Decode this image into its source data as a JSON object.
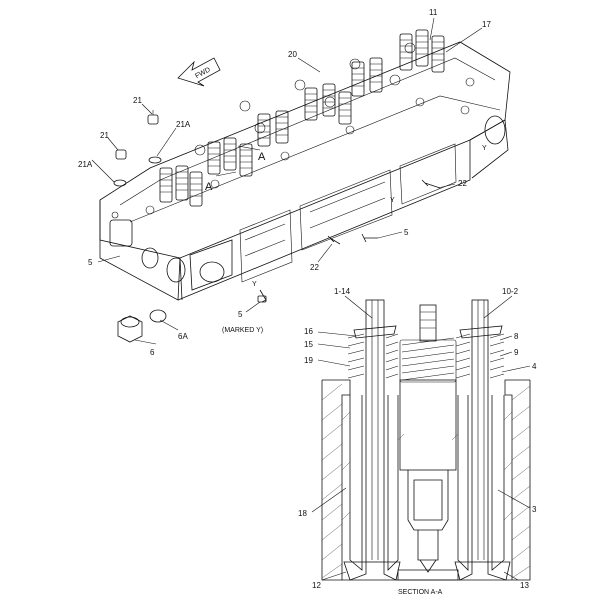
{
  "diagram": {
    "fwd_label": "FWD",
    "section_title": "SECTION A-A",
    "section_marker": "A",
    "marked_y_note": "(MARKED Y)",
    "marked_y_letter": "Y",
    "callouts": {
      "c11": "11",
      "c17": "17",
      "c20": "20",
      "c21_top": "21",
      "c21a_top": "21A",
      "c21_left": "21",
      "c21a_left": "21A",
      "c22_right": "22",
      "c22_mid": "22",
      "c5_right": "5",
      "c5_left": "5",
      "c5_bottom": "5",
      "c6": "6",
      "c6a": "6A",
      "c1_14": "1-14",
      "c10_2": "10-2",
      "c16": "16",
      "c15": "15",
      "c19": "19",
      "c8": "8",
      "c9": "9",
      "c4": "4",
      "c18": "18",
      "c3": "3",
      "c12": "12",
      "c13": "13"
    }
  },
  "colors": {
    "line": "#111111",
    "background": "#ffffff",
    "hatch": "#333333"
  }
}
